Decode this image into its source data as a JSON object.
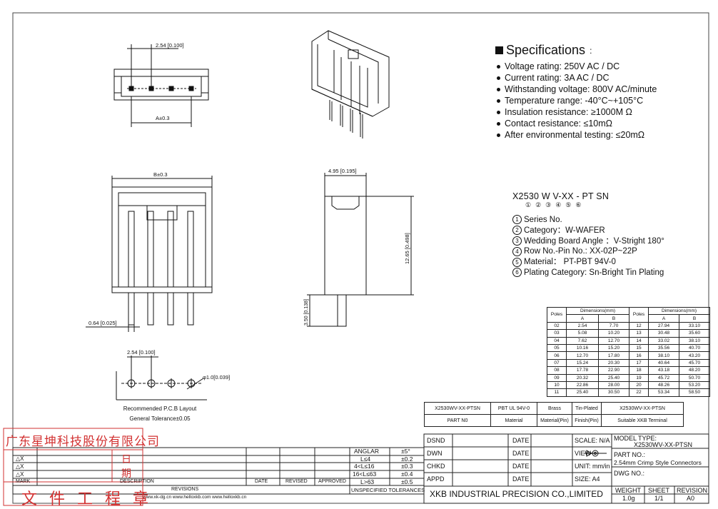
{
  "spec": {
    "title": "Specifications",
    "colon": ":",
    "items": [
      "Voltage rating: 250V AC / DC",
      "Current rating: 3A  AC / DC",
      "Withstanding voltage: 800V AC/minute",
      "Temperature range:  -40°C~+105°C",
      "Insulation resistance:  ≥1000M Ω",
      "Contact resistance:  ≤10mΩ",
      "After environmental testing: ≤20mΩ"
    ]
  },
  "code": {
    "main": "X2530 W V-XX - PT SN",
    "marks": "①②③④⑤⑥",
    "items": [
      {
        "n": "1",
        "text": "Series No."
      },
      {
        "n": "2",
        "text": "Category：W-WAFER"
      },
      {
        "n": "3",
        "text": "Wedding Board Angle ：V-Stright 180°"
      },
      {
        "n": "4",
        "text": "Row No.-Pin No.: XX-02P~22P"
      },
      {
        "n": "5",
        "text": "Material： PT-PBT  94V-0"
      },
      {
        "n": "6",
        "text": "Plating Category:  Sn-Bright Tin Plating"
      }
    ]
  },
  "dims": {
    "top_pitch": "2.54 [0.100]",
    "top_a": "A±0.3",
    "front_b": "B±0.3",
    "side_width": "4.95 [0.195]",
    "side_height": "12.65 [0.498]",
    "side_tail": "3.50 [0.138]",
    "pin_width": "0.64 [0.025]",
    "pcb_pitch": "2.54 [0.100]",
    "pcb_hole": "φ1.0[0.039]",
    "pcb_label": "Recommended P.C.B Layout",
    "tolerance": "General Tolerance±0.05"
  },
  "dim_table": {
    "header_poles": "Poles",
    "header_dims": "Dimensions(mm)",
    "col_a": "A",
    "col_b": "B",
    "left": [
      [
        "02",
        "2.54",
        "7.70"
      ],
      [
        "03",
        "5.08",
        "10.20"
      ],
      [
        "04",
        "7.62",
        "12.70"
      ],
      [
        "05",
        "10.16",
        "15.20"
      ],
      [
        "06",
        "12.70",
        "17.80"
      ],
      [
        "07",
        "15.24",
        "20.30"
      ],
      [
        "08",
        "17.78",
        "22.90"
      ],
      [
        "09",
        "20.32",
        "25.40"
      ],
      [
        "10",
        "22.86",
        "28.00"
      ],
      [
        "11",
        "25.40",
        "30.50"
      ]
    ],
    "right": [
      [
        "12",
        "27.94",
        "33.10"
      ],
      [
        "13",
        "30.48",
        "35.60"
      ],
      [
        "14",
        "33.02",
        "38.10"
      ],
      [
        "15",
        "35.56",
        "40.70"
      ],
      [
        "16",
        "38.10",
        "43.20"
      ],
      [
        "17",
        "40.64",
        "45.70"
      ],
      [
        "18",
        "43.18",
        "48.20"
      ],
      [
        "19",
        "45.72",
        "50.70"
      ],
      [
        "20",
        "48.26",
        "53.20"
      ],
      [
        "22",
        "53.34",
        "58.50"
      ]
    ]
  },
  "mat_table": {
    "r1": [
      "X2530WV-XX-PTSN",
      "PBT UL 94V-0",
      "Brass",
      "Tin-Plated",
      "X2530WV-XX-PTSN"
    ],
    "r2": [
      "PART N0",
      "Material",
      "Material(Pin)",
      "Finish(Pin)",
      "Suitable XKB Terminal"
    ]
  },
  "title_block": {
    "dsnd": "DSND",
    "dwn": "DWN",
    "chkd": "CHKD",
    "appd": "APPD",
    "date": "DATE",
    "scale": "SCALE: N/A",
    "view": "VIEW",
    "unit": "UNIT: mm/in",
    "size": "SIZE: A4",
    "model_label": "MODEL TYPE:",
    "model": "X2530WV-XX-PTSN",
    "part_label": "PART NO.:",
    "part": "2.54mm Crimp Style Connectors",
    "dwg": "DWG NO.:",
    "company": "XKB INDUSTRIAL PRECISION CO.,LIMITED",
    "weight_label": "WEIGHT",
    "weight": "1.0g",
    "sheet_label": "SHEET",
    "sheet": "1/1",
    "rev_label": "REVISION",
    "rev": "A0"
  },
  "tolerances": {
    "angular": "ANGLAR",
    "angular_v": "±5°",
    "r1": "L≤4",
    "r1_v": "±0.2",
    "r2": "4<L≤16",
    "r2_v": "±0.3",
    "r3": "16<L≤63",
    "r3_v": "±0.4",
    "r4": "L>63",
    "r4_v": "±0.5",
    "footer": "UNSPECIFIED TOLERANCES"
  },
  "revisions": {
    "mark": "MARK",
    "desc": "DESCRIPTION",
    "date": "DATE",
    "revised": "REVISED",
    "approved": "APPROVED",
    "label": "REVISIONS",
    "x1": "△X",
    "x2": "△X",
    "x3": "△X"
  },
  "footer_urls": "www.xk-dg.cn     www.helloxkb.com     www.helloxkb.cn",
  "stamp": {
    "company": "广东星坤科技股份有限公司",
    "ri": "日",
    "qi": "期",
    "doc": "文 件 工 程 章"
  }
}
